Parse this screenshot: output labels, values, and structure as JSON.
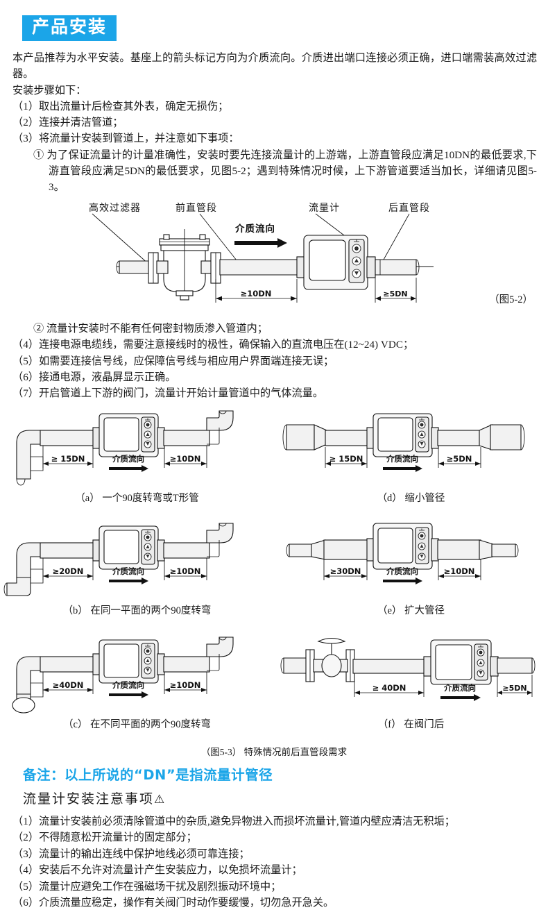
{
  "header": {
    "banner_title": "产品安装"
  },
  "intro": {
    "paragraph": "本产品推荐为水平安装。基座上的箭头标记方向为介质流向。介质进出端口连接必须正确，进口端需装高效过滤器。",
    "steps_lead": "安装步骤如下：",
    "steps": [
      "（1）取出流量计后检查其外表，确定无损伤；",
      "（2）连接并清洁管道；",
      "（3）将流量计安装到管道上，并注意如下事项："
    ],
    "sub_item_1": "① 为了保证流量计的计量准确性，安装时要先连接流量计的上游端，上游直管段应满足10DN的最低要求,下游直管段应满足5DN的最低要求，见图5-2；遇到特殊情况时候，上下游管道要适当加长，详细请见图5-3。"
  },
  "figure_5_2": {
    "caption": "（图5-2）",
    "callouts": {
      "filter": "高效过滤器",
      "upstream_pipe": "前直管段",
      "flow_meter": "流量计",
      "downstream_pipe": "后直管段",
      "flow_direction": "介质流向"
    },
    "dimensions": {
      "upstream": "≥10DN",
      "downstream": "≥5DN"
    }
  },
  "mid_text": {
    "sub_item_2": "② 流量计安装时不能有任何密封物质渗入管道内；",
    "items": [
      "（4）连接电源电缆线，需要注意接线时的极性，确保输入的直流电压在(12~24) VDC；",
      "（5）如需要连接信号线，应保障信号线与相应用户界面端连接无误；",
      "（6）接通电源，液晶屏显示正确。",
      "（7）开启管道上下游的阀门，流量计开始计量管道中的气体流量。"
    ]
  },
  "figure_5_3": {
    "caption": "（图5-3）  特殊情况前后直管段需求",
    "flow_label": "介质流向",
    "cases": [
      {
        "id": "a",
        "caption": "（a）  一个90度转弯或T形管",
        "upstream": "≥ 15DN",
        "downstream": "≥10DN"
      },
      {
        "id": "d",
        "caption": "（d）  缩小管径",
        "upstream": "≥ 15DN",
        "downstream": "≥5DN"
      },
      {
        "id": "b",
        "caption": "（b）  在同一平面的两个90度转弯",
        "upstream": "≥20DN",
        "downstream": "≥10DN"
      },
      {
        "id": "e",
        "caption": "（e）  扩大管径",
        "upstream": "≥30DN",
        "downstream": "≥10DN"
      },
      {
        "id": "c",
        "caption": "（c）  在不同平面的两个90度转弯",
        "upstream": "≥40DN",
        "downstream": "≥10DN"
      },
      {
        "id": "f",
        "caption": "（f）  在阀门后",
        "upstream": "≥ 40DN",
        "downstream": "≥5DN"
      }
    ]
  },
  "note": {
    "blue_note": "备注：以上所说的“DN”是指流量计管径",
    "sub_heading": "流量计安装注意事项",
    "warning_icon": "⚠"
  },
  "precautions": [
    "（1）流量计安装前必须清除管道中的杂质,避免异物进入而损坏流量计,管道内壁应清洁无积垢；",
    "（2）不得随意松开流量计的固定部分；",
    "（3）流量计的输出连线中保护地线必须可靠连接；",
    "（4）安装后不允许对流量计产生安装应力，以免损坏流量计；",
    "（5）流量计应避免工作在强磁场干扰及剧烈振动环境中；",
    "（6）介质流量应稳定，操作有关阀门时动作要缓慢，切勿急开急关。"
  ],
  "colors": {
    "accent": "#1ba5e8",
    "text": "#1a1a1a"
  }
}
